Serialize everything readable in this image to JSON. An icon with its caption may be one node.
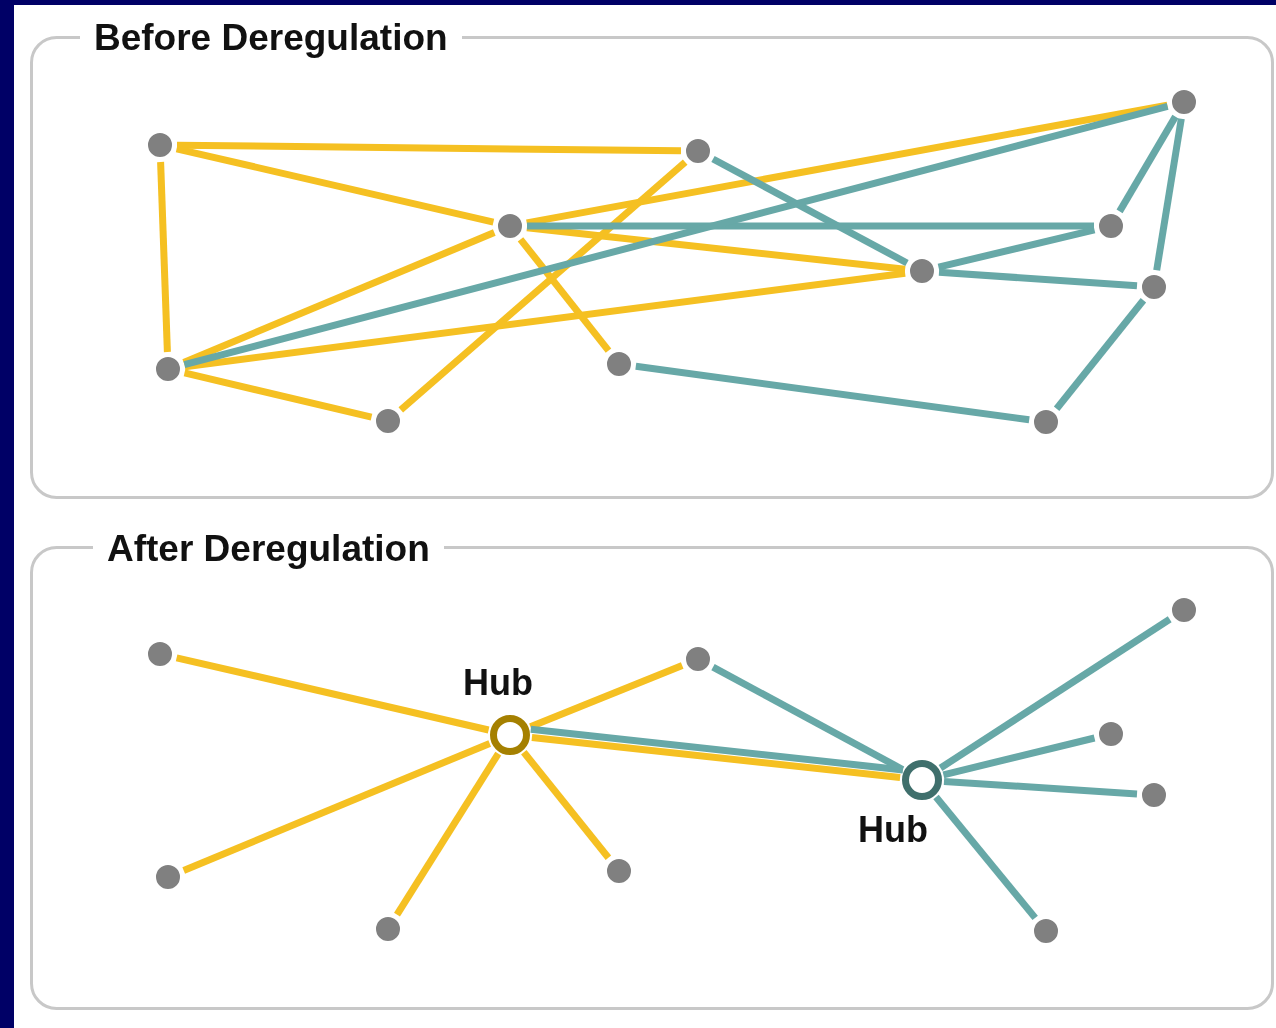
{
  "diagram": {
    "nodes": [
      {
        "text": [
          "Before Deregulation"
        ]
      },
      {
        "text": [],
        "shape": "circle",
        "in": 0
      },
      {
        "text": [],
        "shape": "circle",
        "in": 0
      },
      {
        "text": [],
        "shape": "circle",
        "in": 0
      },
      {
        "text": [],
        "shape": "circle",
        "in": 0
      },
      {
        "text": [],
        "shape": "circle",
        "in": 0
      },
      {
        "text": [],
        "shape": "circle",
        "in": 0
      },
      {
        "text": [],
        "shape": "circle",
        "in": 0
      },
      {
        "text": [],
        "shape": "circle",
        "in": 0
      },
      {
        "text": [],
        "shape": "circle",
        "in": 0
      },
      {
        "text": [],
        "shape": "circle",
        "in": 0
      },
      {
        "text": [],
        "shape": "circle",
        "in": 0
      },
      {
        "text": [
          "After Deregulation"
        ]
      },
      {
        "text": [],
        "shape": "circle",
        "in": 12
      },
      {
        "text": [],
        "shape": "circle",
        "in": 12
      },
      {
        "text": [],
        "shape": "circle",
        "in": 12
      },
      {
        "text": [],
        "shape": "circle",
        "in": 12,
        "beside": [
          "Hub"
        ]
      },
      {
        "text": [],
        "shape": "circle",
        "in": 12
      },
      {
        "text": [],
        "shape": "circle",
        "in": 12,
        "beside": [
          "Hub"
        ]
      },
      {
        "text": [],
        "shape": "circle",
        "in": 12
      },
      {
        "text": [],
        "shape": "circle",
        "in": 12
      },
      {
        "text": [],
        "shape": "circle",
        "in": 12
      },
      {
        "text": [],
        "shape": "circle",
        "in": 12
      },
      {
        "text": [],
        "shape": "circle",
        "in": 12
      }
    ],
    "edges": [
      {
        "from": 2,
        "to": 3,
        "arrow": "none"
      },
      {
        "from": 2,
        "to": 4,
        "arrow": "none"
      },
      {
        "from": 2,
        "to": 9,
        "arrow": "none"
      },
      {
        "from": 4,
        "to": 1,
        "arrow": "none"
      },
      {
        "from": 4,
        "to": 6,
        "arrow": "none"
      },
      {
        "from": 4,
        "to": 9,
        "arrow": "none"
      },
      {
        "from": 4,
        "to": 8,
        "arrow": "none"
      },
      {
        "from": 3,
        "to": 10,
        "arrow": "none"
      },
      {
        "from": 9,
        "to": 10,
        "arrow": "none"
      },
      {
        "from": 9,
        "to": 6,
        "arrow": "none"
      },
      {
        "from": 3,
        "to": 6,
        "arrow": "none",
        "color": "#67a8a7"
      },
      {
        "from": 4,
        "to": 5,
        "arrow": "none",
        "color": "#67a8a7"
      },
      {
        "from": 9,
        "to": 1,
        "arrow": "none",
        "color": "#67a8a7"
      },
      {
        "from": 6,
        "to": 5,
        "arrow": "none",
        "color": "#67a8a7"
      },
      {
        "from": 6,
        "to": 7,
        "arrow": "none",
        "color": "#67a8a7"
      },
      {
        "from": 1,
        "to": 5,
        "arrow": "none",
        "color": "#67a8a7"
      },
      {
        "from": 1,
        "to": 7,
        "arrow": "none",
        "color": "#67a8a7"
      },
      {
        "from": 8,
        "to": 11,
        "arrow": "none",
        "color": "#67a8a7"
      },
      {
        "from": 11,
        "to": 7,
        "arrow": "none",
        "color": "#67a8a7"
      },
      {
        "from": 14,
        "to": 16,
        "arrow": "none"
      },
      {
        "from": 15,
        "to": 16,
        "arrow": "none"
      },
      {
        "from": 21,
        "to": 16,
        "arrow": "none"
      },
      {
        "from": 22,
        "to": 16,
        "arrow": "none"
      },
      {
        "from": 20,
        "to": 16,
        "arrow": "none"
      },
      {
        "from": 16,
        "to": 18,
        "arrow": "none"
      },
      {
        "from": 16,
        "to": 18,
        "arrow": "none",
        "color": "#67a8a7"
      },
      {
        "from": 15,
        "to": 18,
        "arrow": "none",
        "color": "#67a8a7"
      },
      {
        "from": 18,
        "to": 13,
        "arrow": "none",
        "color": "#67a8a7"
      },
      {
        "from": 18,
        "to": 17,
        "arrow": "none",
        "color": "#67a8a7"
      },
      {
        "from": 18,
        "to": 19,
        "arrow": "none",
        "color": "#67a8a7"
      },
      {
        "from": 18,
        "to": 23,
        "arrow": "none",
        "color": "#67a8a7"
      }
    ]
  }
}
